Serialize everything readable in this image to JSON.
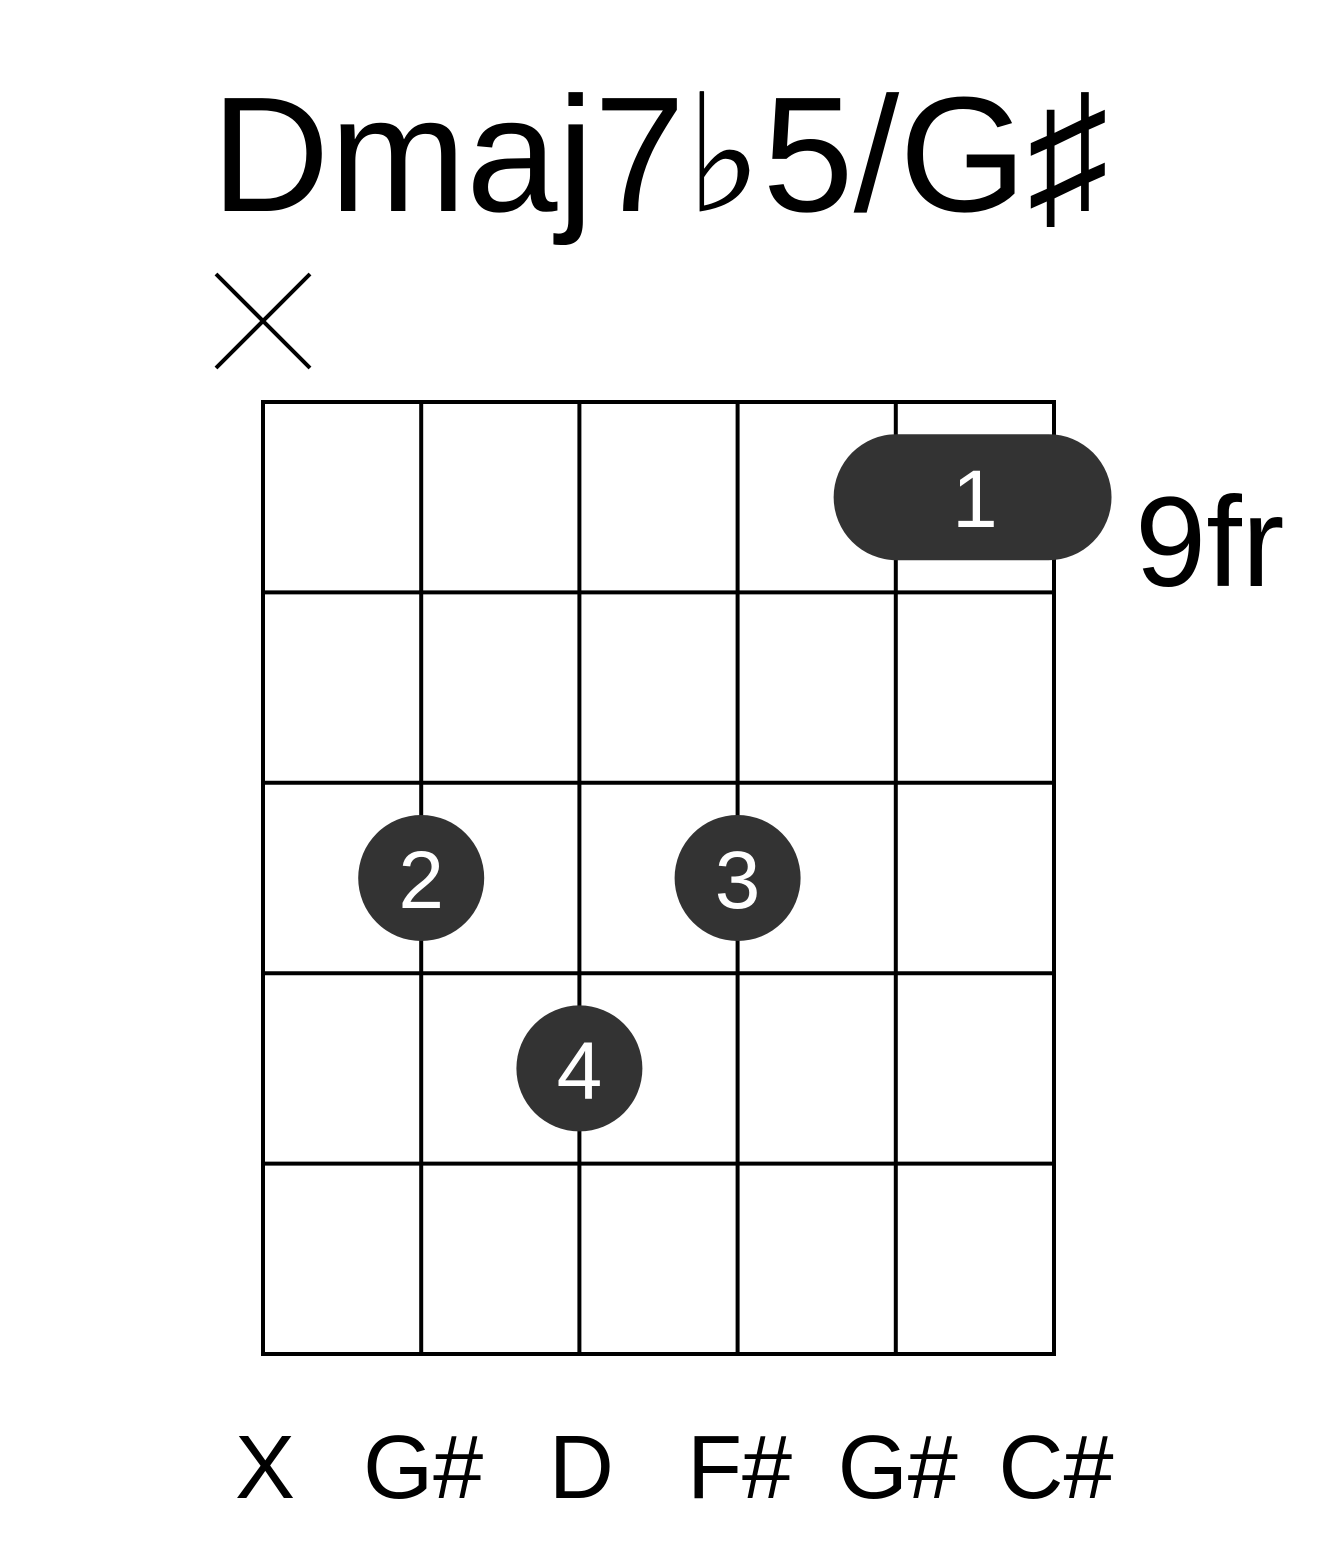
{
  "chord": {
    "name": "Dmaj7♭5/G♯",
    "position_label": "9fr",
    "strings_count": 6,
    "frets_shown": 5,
    "muted_strings": [
      1
    ],
    "string_notes": [
      "X",
      "G#",
      "D",
      "F#",
      "G#",
      "C#"
    ],
    "fingers": [
      {
        "finger": "1",
        "fret": 1,
        "from_string": 5,
        "to_string": 6
      },
      {
        "finger": "2",
        "fret": 3,
        "from_string": 2,
        "to_string": 2
      },
      {
        "finger": "3",
        "fret": 3,
        "from_string": 4,
        "to_string": 4
      },
      {
        "finger": "4",
        "fret": 4,
        "from_string": 3,
        "to_string": 3
      }
    ]
  },
  "colors": {
    "ink": "#000000",
    "dot": "#333333",
    "dot_text": "#ffffff",
    "background": "#ffffff"
  }
}
